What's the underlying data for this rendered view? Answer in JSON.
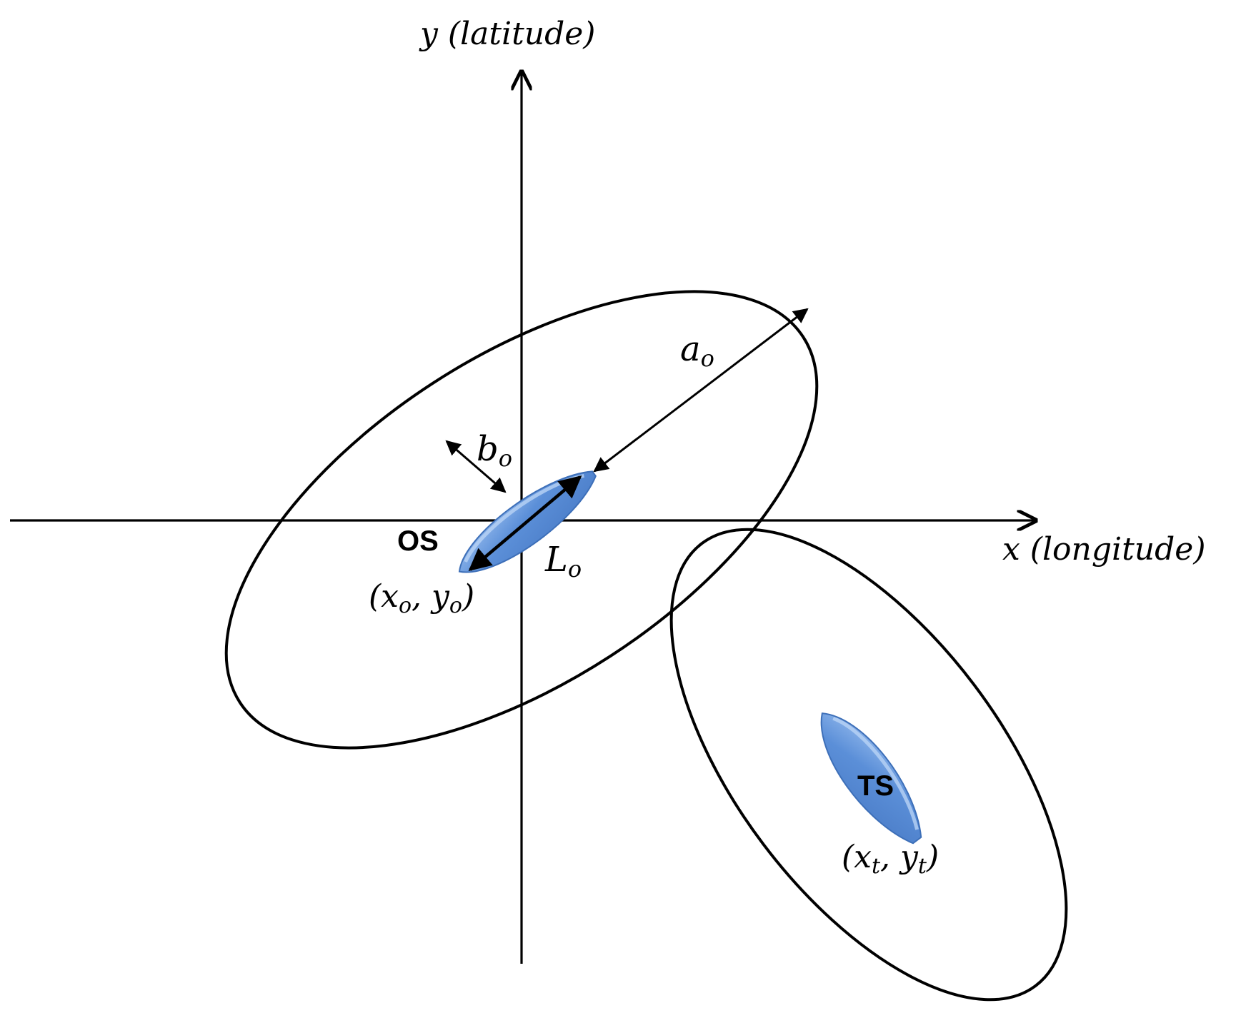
{
  "axes": {
    "y_label": "y (latitude)",
    "x_label": "x (longitude)"
  },
  "own_ship": {
    "name": "OS",
    "position": "(x",
    "position_sub": "o",
    "position_mid": ", y",
    "position_sub2": "o",
    "position_end": ")",
    "length_symbol": "L",
    "length_sub": "o",
    "semi_major_symbol": "a",
    "semi_major_sub": "o",
    "semi_minor_symbol": "b",
    "semi_minor_sub": "o"
  },
  "target_ship": {
    "name": "TS",
    "position": "(x",
    "position_sub": "t",
    "position_mid": ", y",
    "position_sub2": "t",
    "position_end": ")"
  },
  "colors": {
    "ship_fill": "#5b8fd8",
    "ship_highlight": "#8fb6ec",
    "ship_stroke": "#3d6fb8",
    "lines": "#000000"
  }
}
